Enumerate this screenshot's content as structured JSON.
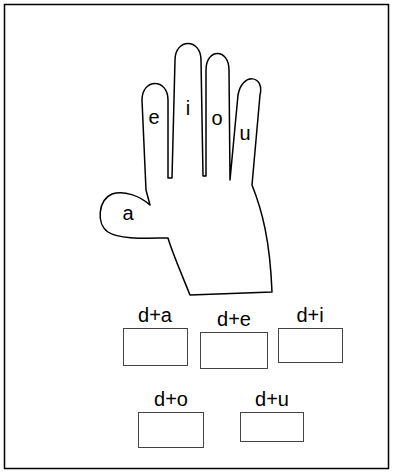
{
  "diagram": {
    "nodes": [
      {
        "text": [
          "d+a"
        ]
      },
      {
        "text": [
          "d+e"
        ]
      },
      {
        "text": [
          "d+i"
        ]
      },
      {
        "text": [
          "d+o"
        ]
      },
      {
        "text": [
          "d+u"
        ]
      }
    ],
    "labels": [
      "e",
      "i",
      "o",
      "u",
      "a"
    ]
  }
}
